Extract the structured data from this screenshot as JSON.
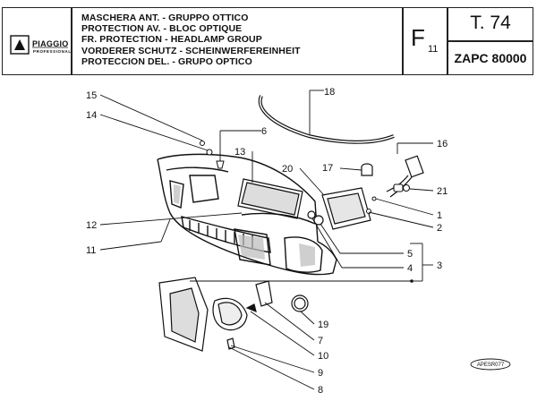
{
  "header": {
    "brand": "PIAGGIO",
    "brand_sub": "PROFESSIONAL",
    "titles": [
      "MASCHERA ANT. - GRUPPO OTTICO",
      "PROTECTION AV. - BLOC OPTIQUE",
      "FR. PROTECTION - HEADLAMP GROUP",
      "VORDERER SCHUTZ - SCHEINWERFEREINHEIT",
      "PROTECCION DEL. - GRUPO OPTICO"
    ],
    "section": "F",
    "section_sub": "11",
    "table": "T. 74",
    "model_code": "ZAPC 80000"
  },
  "callouts": [
    "15",
    "14",
    "6",
    "13",
    "20",
    "17",
    "18",
    "16",
    "21",
    "1",
    "2",
    "12",
    "11",
    "5",
    "4",
    "3",
    "19",
    "7",
    "10",
    "9",
    "8"
  ],
  "drawing_ref": "APESR077"
}
